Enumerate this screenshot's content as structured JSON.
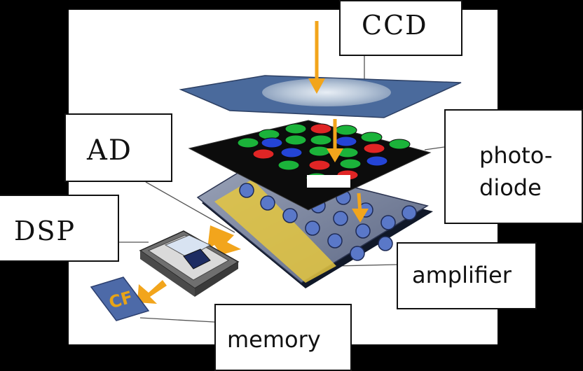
{
  "labels": {
    "ccd": "CCD",
    "ad": "AD",
    "dsp": "DSP",
    "photodiode_line1": "photo-",
    "photodiode_line2": "diode",
    "amplifier": "amplifier",
    "memory": "memory",
    "cf_card": "CF"
  },
  "colors": {
    "background": "#000000",
    "panel": "#ffffff",
    "lens": "#4a6a9c",
    "sensor_plate": "#0c0c0c",
    "photodiode_green": "#1bb33a",
    "photodiode_red": "#e02525",
    "photodiode_blue": "#2444d6",
    "amplifier_board": "#7f8aa6",
    "gold_strip": "#e5c73f",
    "arrow": "#f2a51c",
    "cf_card": "#4d6aa8",
    "cf_text": "#e8a416"
  }
}
